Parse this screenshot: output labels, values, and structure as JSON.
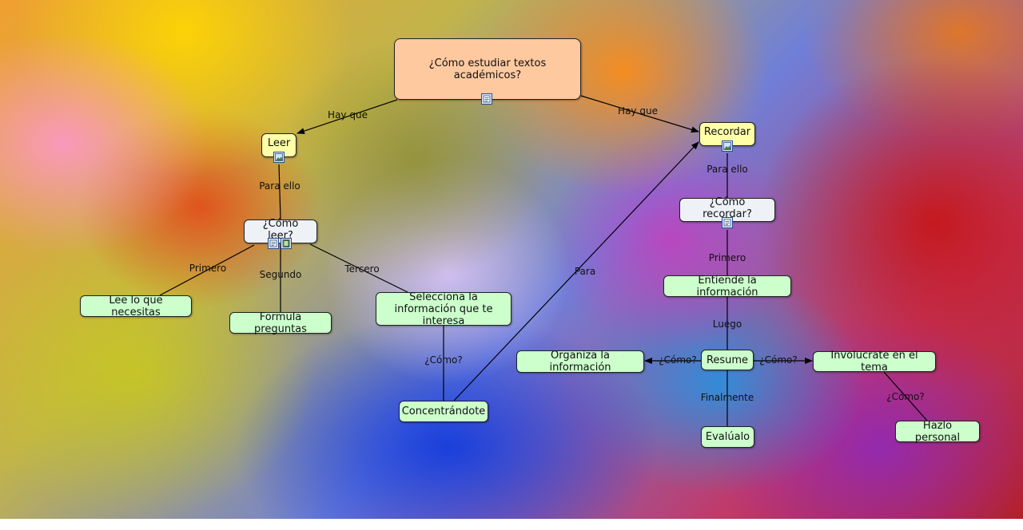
{
  "map": {
    "root": "¿Cómo estudiar textos académicos?",
    "nodes": {
      "leer": "Leer",
      "recordar": "Recordar",
      "como_leer": "¿Cómo leer?",
      "como_recordar": "¿Cómo recordar?",
      "lee_lo_que": "Lee lo que necesitas",
      "formula": "Formula preguntas",
      "selecciona": "Selecciona la información que te interesa",
      "concentrandote": "Concentrándote",
      "entiende": "Entiende la información",
      "resume": "Resume",
      "organiza": "Organiza la información",
      "involucrate": "Involucrate en el tema",
      "hazlo": "Hazlo personal",
      "evaluao": "Evalúalo"
    },
    "links": {
      "hay_que_left": "Hay que",
      "hay_que_right": "Hay que",
      "para_ello_left": "Para ello",
      "para_ello_right": "Para ello",
      "primero_left": "Primero",
      "segundo": "Segundo",
      "tercero": "Tercero",
      "como_select": "¿Cómo?",
      "para": "Para",
      "primero_right": "Primero",
      "luego": "Luego",
      "como_organiza": "¿Cómo?",
      "como_involucrate": "¿Cómo?",
      "como_hazlo": "¿Cómo?",
      "finalmente": "Finalmente"
    }
  },
  "colors": {
    "root_fill": "#ffc9a0",
    "level1_fill": "#ffffa8",
    "question_fill": "#eef1f6",
    "leaf_fill": "#ccffcc",
    "line": "#000000"
  },
  "icons": [
    "document-resource-icon",
    "image-resource-icon",
    "video-resource-icon"
  ]
}
